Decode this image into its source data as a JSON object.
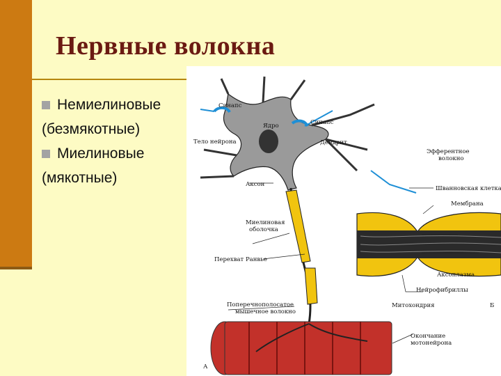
{
  "slide": {
    "title": "Нервные волокна",
    "bullets": [
      {
        "line1": "Немиелиновые",
        "line2": "(безмякотные)"
      },
      {
        "line1": "Миелиновые",
        "line2": "(мякотные)"
      }
    ]
  },
  "figure": {
    "labels": {
      "synapse_top": "Синапс",
      "synapse_right": "Синапс",
      "nucleus": "Ядро",
      "neuron_body": "Тело нейрона",
      "dendrite": "Дендрит",
      "efferent_line1": "Эфферентное",
      "efferent_line2": "волокно",
      "axon": "Аксон",
      "myelin_line1": "Миелиновая",
      "myelin_line2": "оболочка",
      "node_ranvier": "Перехват Ранвье",
      "schwann_cell": "Шванновская клетка",
      "membrane": "Мембрана",
      "axoplasm": "Аксоплазма",
      "neurofibrils": "Нейрофибриллы",
      "mitochondria": "Митохондрия",
      "muscle_line1": "Поперечнополосатое",
      "muscle_line2": "мышечное волокно",
      "ending_line1": "Окончание",
      "ending_line2": "мотонейрона",
      "panel_a": "А",
      "panel_b": "Б"
    }
  }
}
